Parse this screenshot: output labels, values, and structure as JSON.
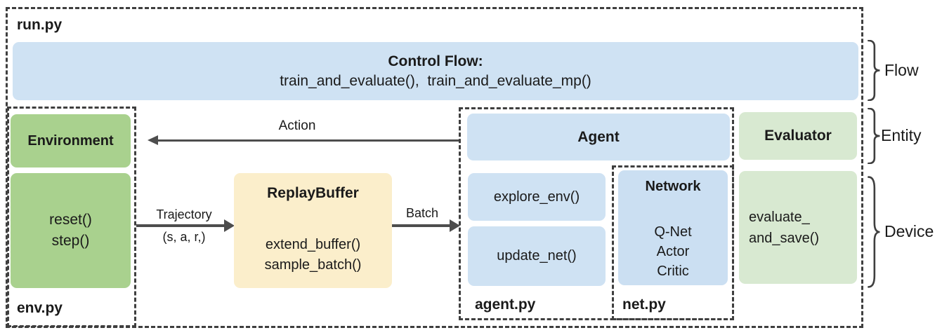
{
  "window": {
    "module_label": "run.py"
  },
  "colors": {
    "flow_blue": "#CFE2F3",
    "network_blue": "#CBDFF2",
    "environment_green": "#A9D18E",
    "evaluator_green": "#D8E9D1",
    "buffer_yellow": "#FBEECB",
    "dash_border": "#3F3F3F",
    "arrow_gray": "#4D4D4D"
  },
  "control_flow": {
    "title": "Control Flow:",
    "functions": "train_and_evaluate(),  train_and_evaluate_mp()"
  },
  "env_module": {
    "file_label": "env.py",
    "entity": "Environment",
    "methods": "reset()\nstep()"
  },
  "replay_buffer": {
    "title": "ReplayBuffer",
    "methods": "extend_buffer()\nsample_batch()"
  },
  "agent_module": {
    "file_label": "agent.py",
    "entity": "Agent",
    "explore_method": "explore_env()",
    "update_method": "update_net()"
  },
  "net_module": {
    "file_label": "net.py",
    "title": "Network",
    "networks": "Q-Net\nActor\nCritic"
  },
  "evaluator": {
    "entity": "Evaluator",
    "method": "evaluate_\nand_save()"
  },
  "arrows": {
    "action": "Action",
    "trajectory": "Trajectory",
    "trajectory_tuple": "(s, a, r,)",
    "batch": "Batch"
  },
  "legend": {
    "flow": "Flow",
    "entity": "Entity",
    "device": "Device"
  }
}
